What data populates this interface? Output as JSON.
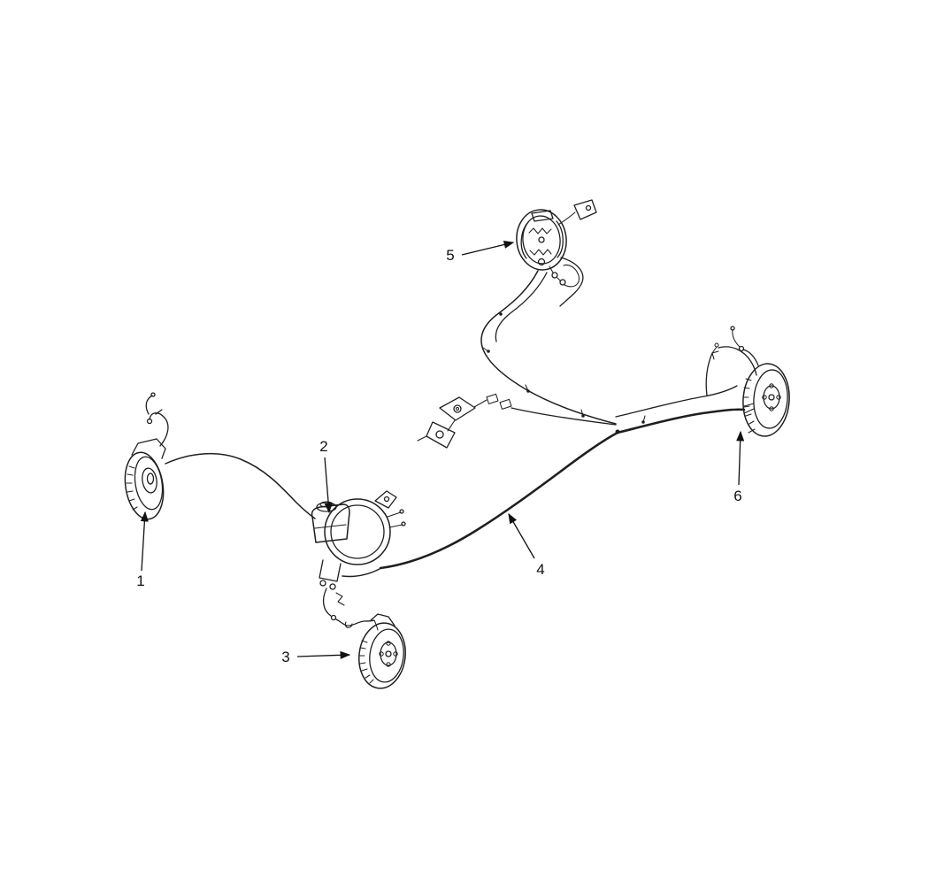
{
  "figure": {
    "type": "brake-system-line-diagram",
    "background_color": "#ffffff",
    "line_color": "#1f1f1f",
    "callout_color": "#111111"
  },
  "callouts": [
    {
      "label": "1",
      "component": "front-left-disc-brake"
    },
    {
      "label": "2",
      "component": "master-cylinder-reservoir"
    },
    {
      "label": "3",
      "component": "front-right-disc-brake"
    },
    {
      "label": "4",
      "component": "brake-tube"
    },
    {
      "label": "5",
      "component": "rear-left-drum-brake"
    },
    {
      "label": "6",
      "component": "rear-right-drum-brake"
    }
  ]
}
